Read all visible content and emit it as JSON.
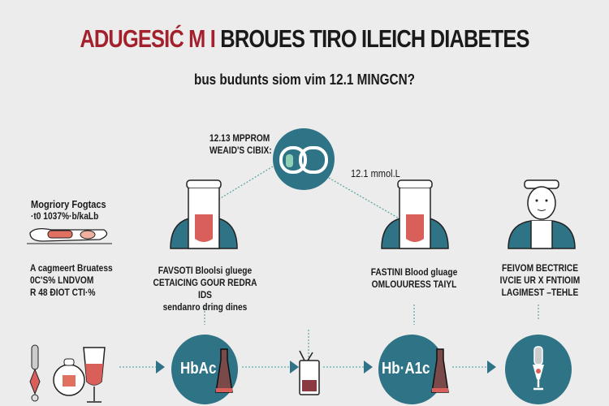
{
  "title": {
    "red": "ADUGESIĆ M I",
    "black": "BROUES TIRO ILEICH DIABETES"
  },
  "subtitle": "bus budunts siom vim 12.1 MINGCN?",
  "top_note": {
    "line1": "12.13 MPPROM",
    "line2": "WEAID'S CIBIX:"
  },
  "reading": "12.1 mmol.L",
  "left_label": {
    "line1": "Mogriory Fogtacs",
    "line2": "·t0 1037%·b/kaLb"
  },
  "captions": [
    {
      "lines": [
        "A cagmeert Bruatess",
        "0C'S% LNDVOM",
        "R 48 ÐIOT CTI·%"
      ]
    },
    {
      "lines": [
        "FAVSOTI Bloolsi gluege",
        "CETAICING GOUR REDRA IDS",
        "sendanro dring dines"
      ]
    },
    {
      "lines": [
        "FASTINI Blood gluage",
        "OMLOUURESS TAIYL"
      ]
    },
    {
      "lines": [
        "FEIVOM BECTRICE",
        "IVCIE UR X FNTIOIM",
        "LAGIMEST –TEHLE"
      ]
    }
  ],
  "steps": [
    {
      "label": "HbAc"
    },
    {
      "label": "Hb·A1c"
    }
  ],
  "colors": {
    "teal": "#2f7386",
    "red": "#a3212c",
    "blood": "#d9605a",
    "background": "#ececec"
  }
}
